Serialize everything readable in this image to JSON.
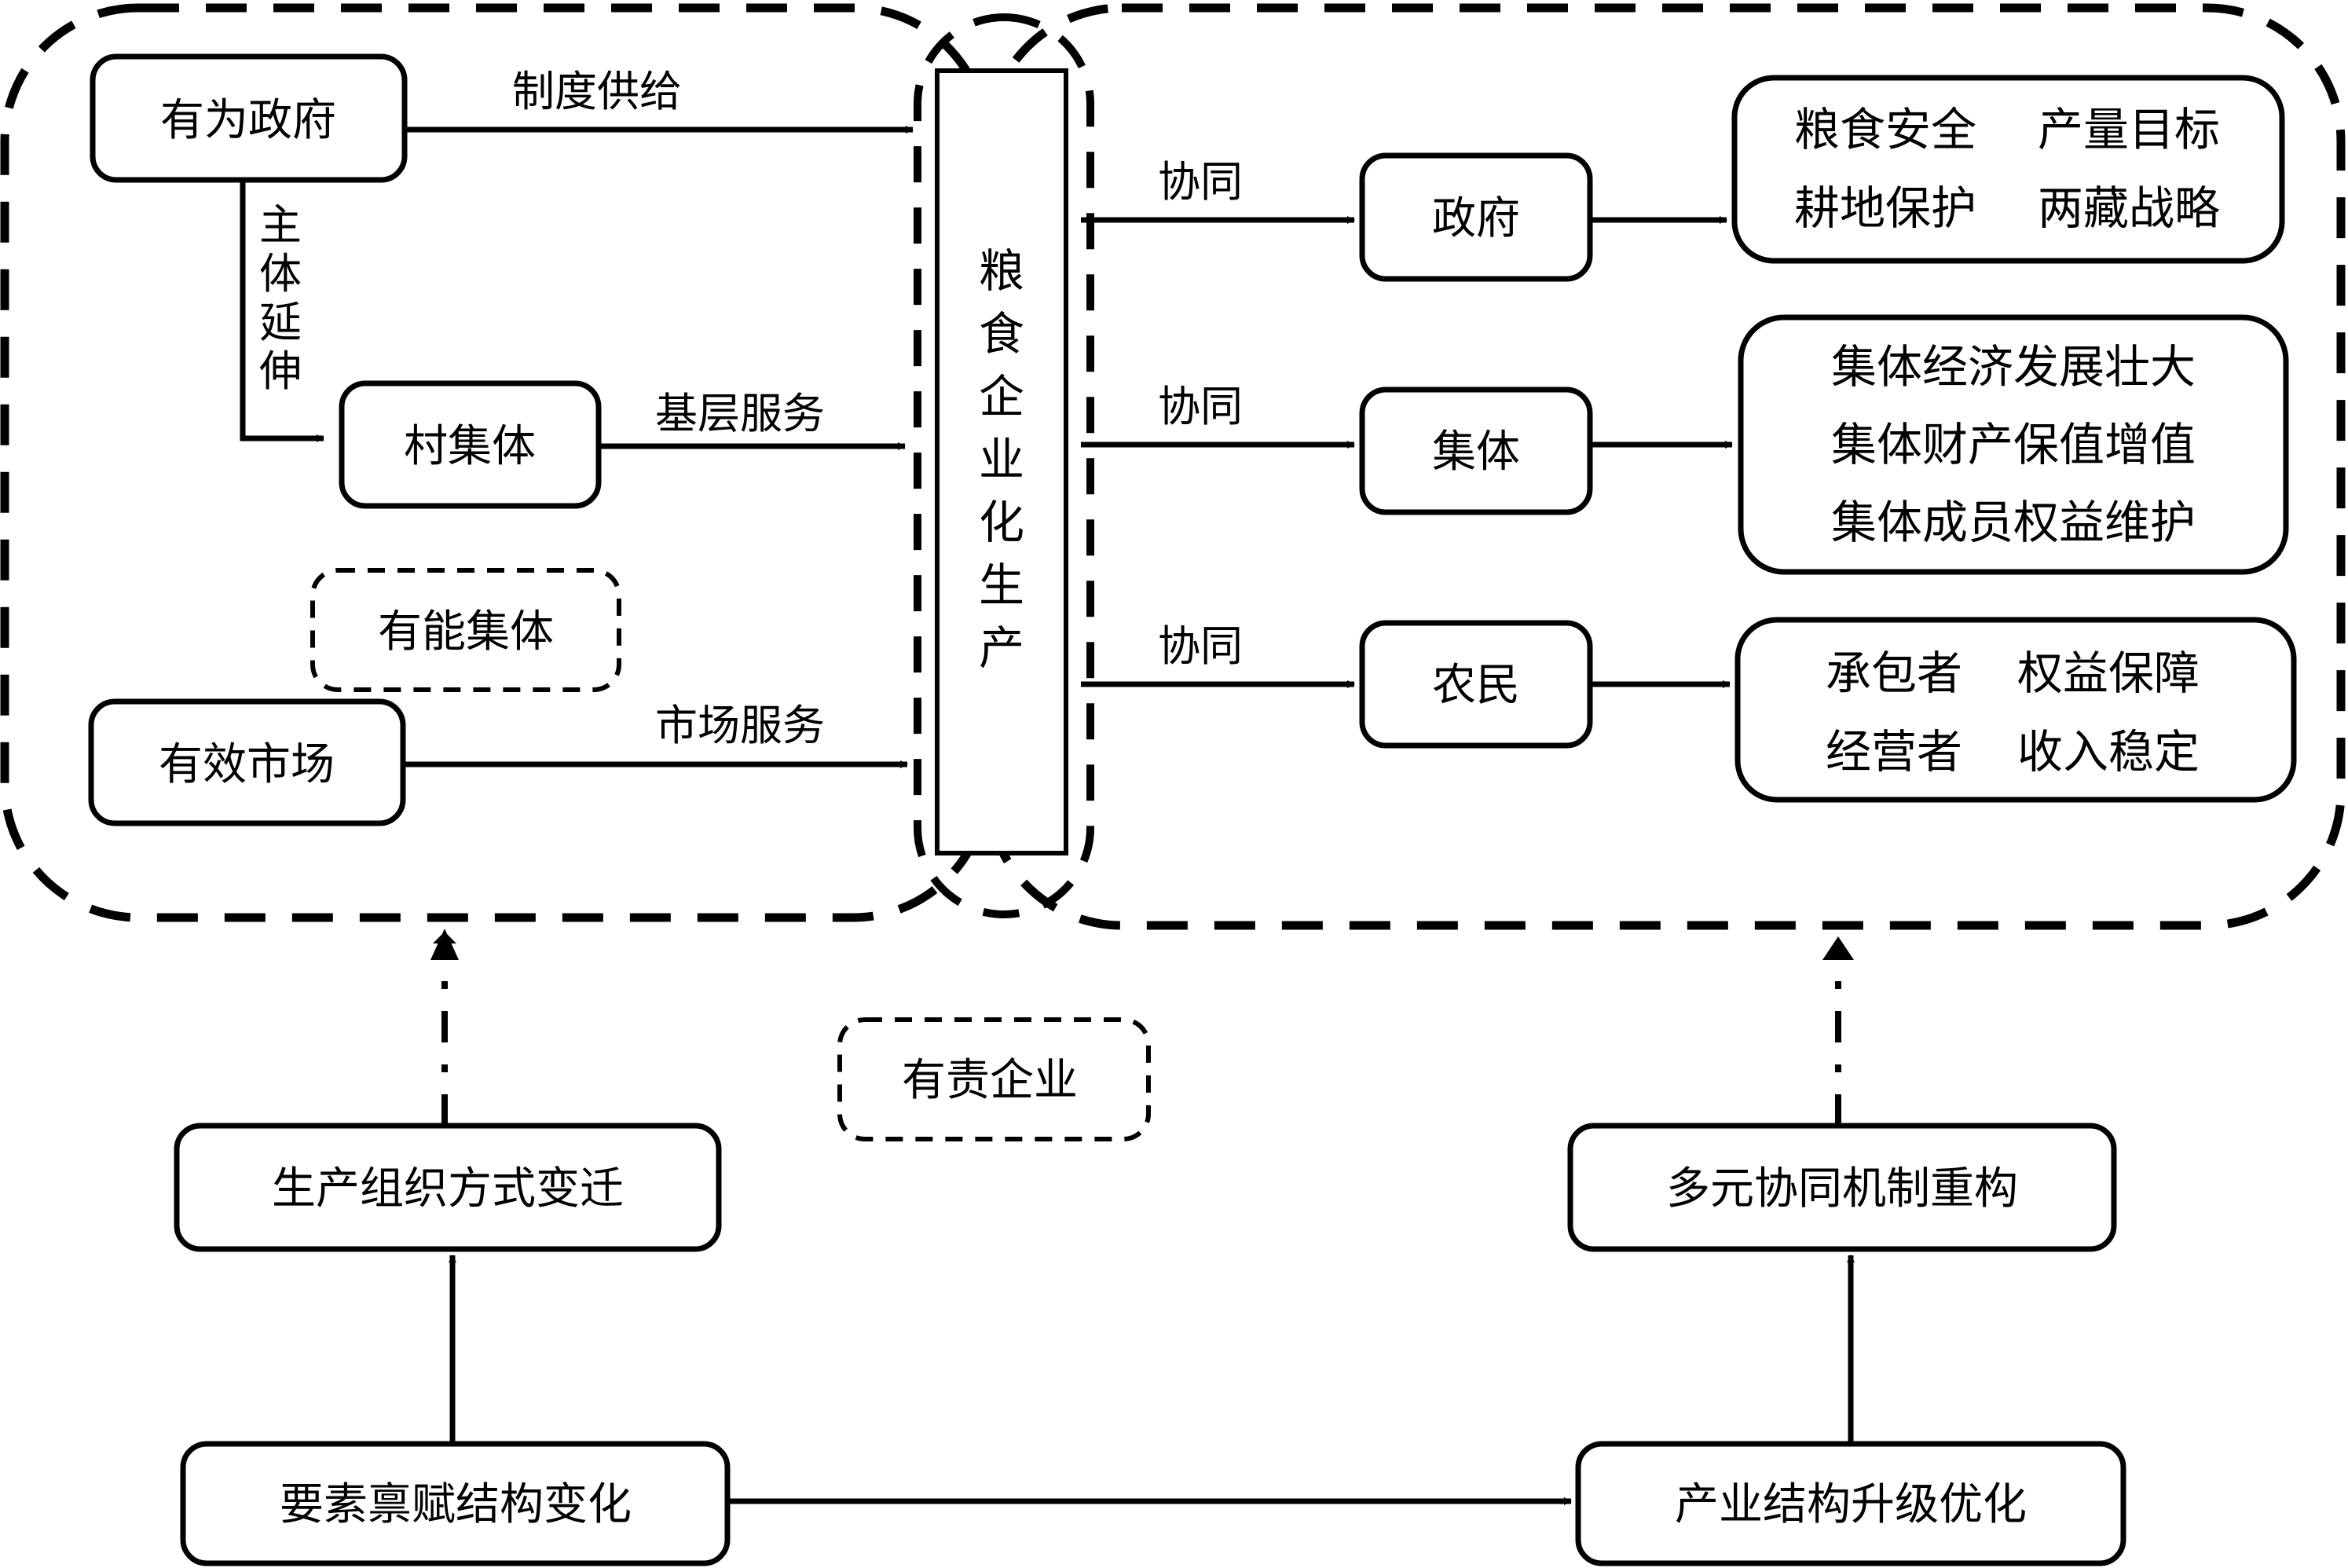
{
  "left_actors": {
    "government": "有为政府",
    "village_collective": "村集体",
    "capable_collective": "有能集体",
    "market": "有效市场"
  },
  "edge_labels": {
    "institutional_supply": "制度供给",
    "subject_extension": [
      "主",
      "体",
      "延",
      "伸"
    ],
    "grassroots_service": "基层服务",
    "market_service": "市场服务",
    "synergy": "协同"
  },
  "center": {
    "chars": [
      "粮",
      "食",
      "企",
      "业",
      "化",
      "生",
      "产"
    ]
  },
  "right_actors": {
    "government": "政府",
    "collective": "集体",
    "farmers": "农民"
  },
  "outcomes": {
    "government": [
      [
        "粮食安全",
        "产量目标"
      ],
      [
        "耕地保护",
        "两藏战略"
      ]
    ],
    "collective": [
      "集体经济发展壮大",
      "集体财产保值增值",
      "集体成员权益维护"
    ],
    "farmers": [
      [
        "承包者",
        "权益保障"
      ],
      [
        "经营者",
        "收入稳定"
      ]
    ]
  },
  "responsible_enterprise": "有责企业",
  "drivers": {
    "production_org_change": "生产组织方式变迁",
    "synergy_mechanism_rebuild": "多元协同机制重构",
    "factor_endowment_change": "要素禀赋结构变化",
    "industrial_upgrade": "产业结构升级优化"
  }
}
